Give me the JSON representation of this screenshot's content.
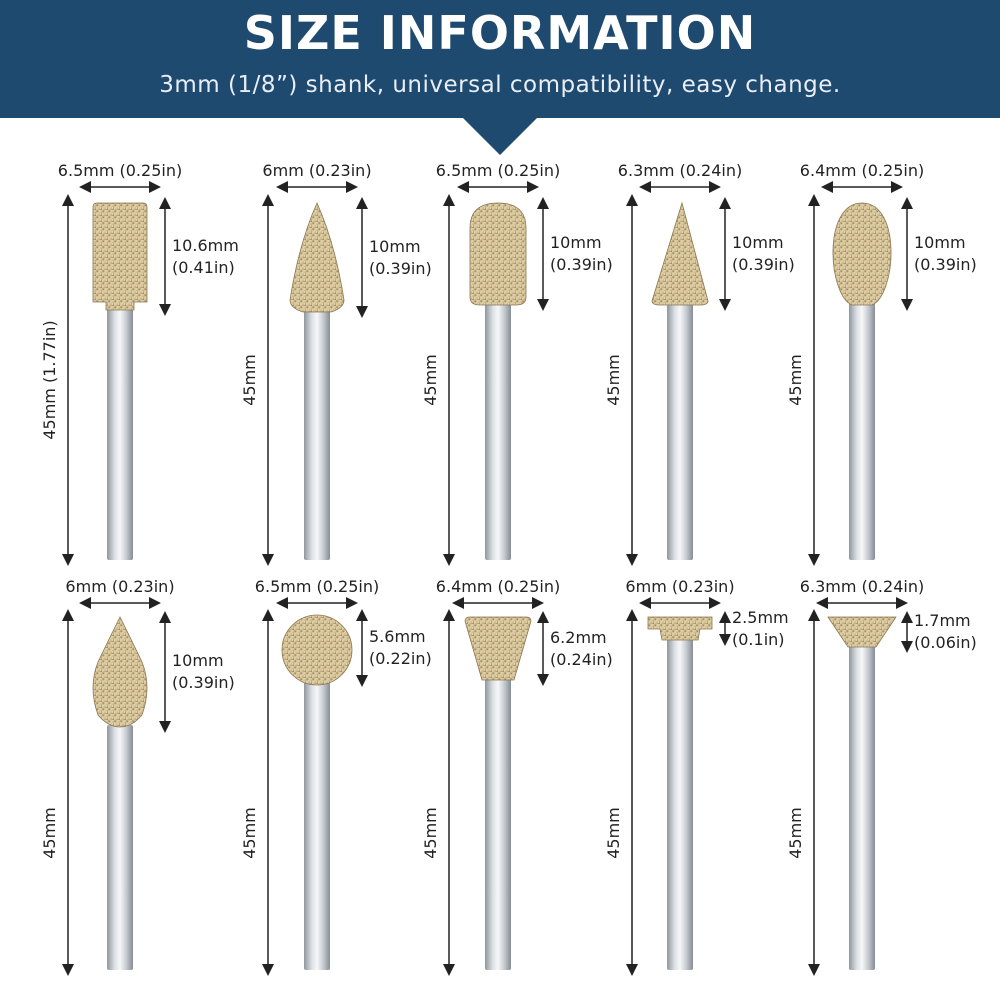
{
  "banner": {
    "title": "SIZE INFORMATION",
    "subtitle": "3mm (1/8”) shank, universal compatibility, easy change."
  },
  "colors": {
    "banner_bg": "#1f4a70",
    "diamond_head": "#c9b58a",
    "shank": "#d6dade",
    "dimension_line": "#222222"
  },
  "bits": [
    {
      "shape": "cylinder",
      "width_label": "6.5mm (0.25in)",
      "head_label": "10.6mm",
      "head_label_in": "(0.41in)",
      "length_label": "45mm (1.77in)"
    },
    {
      "shape": "pointed-cone",
      "width_label": "6mm (0.23in)",
      "head_label": "10mm",
      "head_label_in": "(0.39in)",
      "length_label": "45mm"
    },
    {
      "shape": "round-cylinder",
      "width_label": "6.5mm (0.25in)",
      "head_label": "10mm",
      "head_label_in": "(0.39in)",
      "length_label": "45mm"
    },
    {
      "shape": "sharp-cone",
      "width_label": "6.3mm (0.24in)",
      "head_label": "10mm",
      "head_label_in": "(0.39in)",
      "length_label": "45mm"
    },
    {
      "shape": "egg",
      "width_label": "6.4mm (0.25in)",
      "head_label": "10mm",
      "head_label_in": "(0.39in)",
      "length_label": "45mm"
    },
    {
      "shape": "flame",
      "width_label": "6mm (0.23in)",
      "head_label": "10mm",
      "head_label_in": "(0.39in)",
      "length_label": "45mm"
    },
    {
      "shape": "ball",
      "width_label": "6.5mm (0.25in)",
      "head_label": "5.6mm",
      "head_label_in": "(0.22in)",
      "length_label": "45mm"
    },
    {
      "shape": "inverted-cone",
      "width_label": "6.4mm (0.25in)",
      "head_label": "6.2mm",
      "head_label_in": "(0.24in)",
      "length_label": "45mm"
    },
    {
      "shape": "wheel",
      "width_label": "6mm (0.23in)",
      "head_label": "2.5mm",
      "head_label_in": "(0.1in)",
      "length_label": "45mm"
    },
    {
      "shape": "countersink",
      "width_label": "6.3mm (0.24in)",
      "head_label": "1.7mm",
      "head_label_in": "(0.06in)",
      "length_label": "45mm"
    }
  ]
}
